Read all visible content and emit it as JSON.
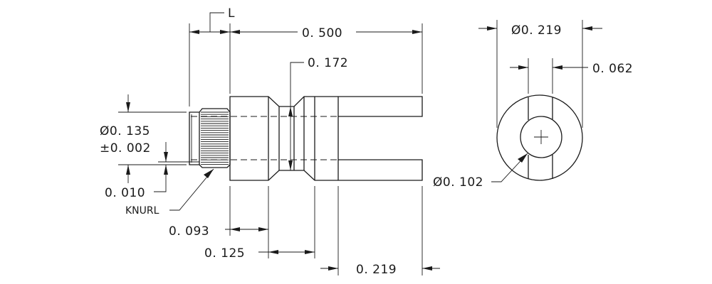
{
  "dimensions": {
    "length_label": "L",
    "overall_length": "0. 500",
    "neck_length": "0. 172",
    "diameter": "Ø0. 135",
    "diameter_tolerance": "±0. 002",
    "knurl_depth": "0. 010",
    "knurl_note": "KNURL",
    "head_length": "0. 093",
    "shoulder_length": "0. 125",
    "slot_length": "0. 219",
    "outer_diameter": "Ø0. 219",
    "slot_width": "0. 062",
    "hole_diameter": "Ø0. 102"
  }
}
